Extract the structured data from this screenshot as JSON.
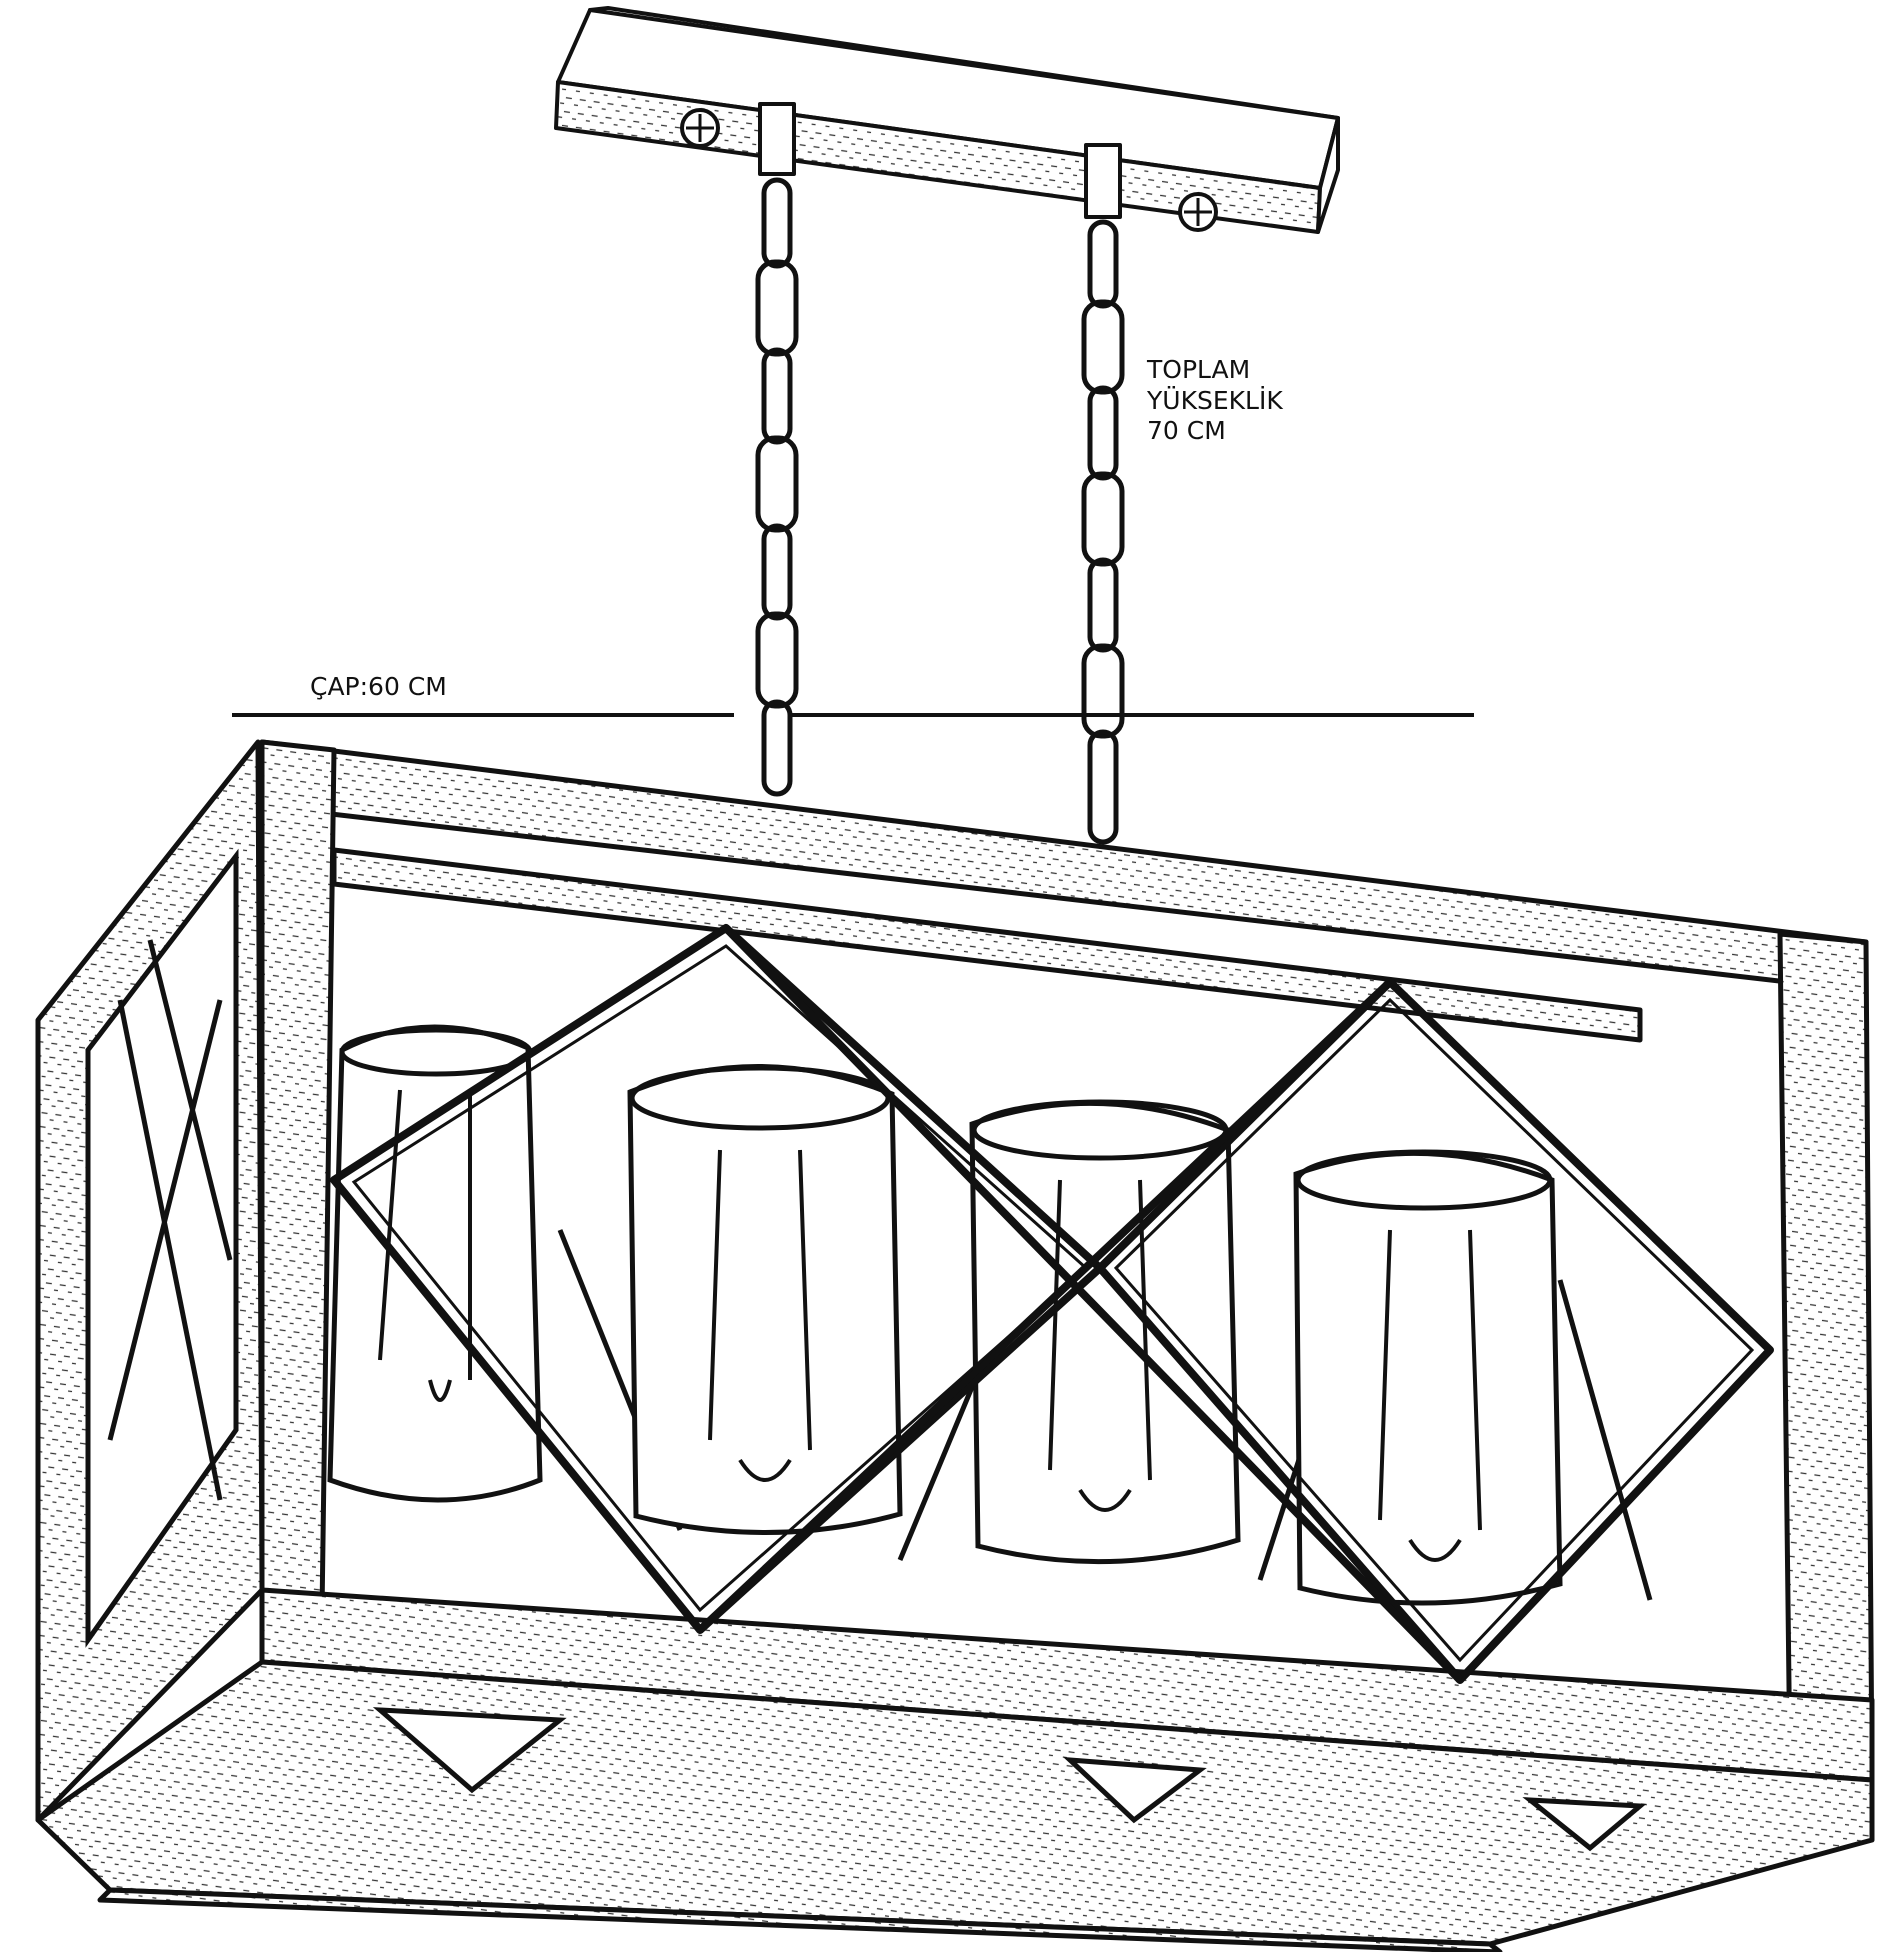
{
  "annotations": {
    "total_height": {
      "line1": "TOPLAM",
      "line2": "YÜKSEKLİK",
      "line3": "70 CM"
    },
    "diameter": {
      "text": "ÇAP:60 CM"
    }
  },
  "colors": {
    "ink": "#111111",
    "paper": "#ffffff"
  },
  "figure": {
    "subject": "rectangular-cage-chandelier-line-drawing",
    "pendant_count": 4,
    "chain_count": 2
  }
}
